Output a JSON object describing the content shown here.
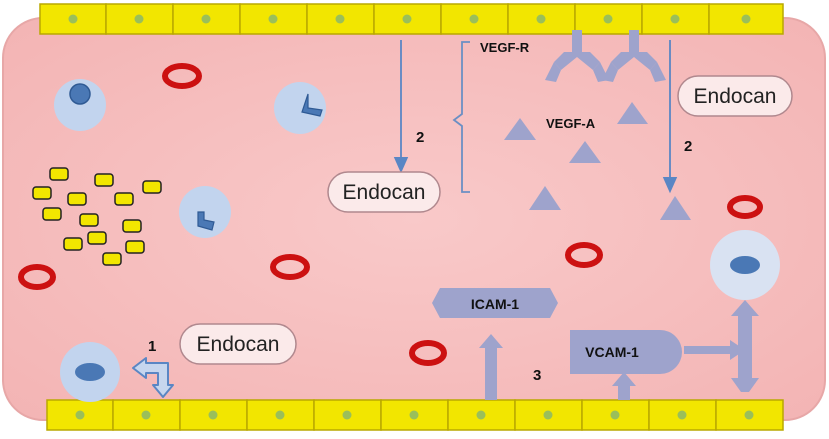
{
  "labels": {
    "endocan_left": "Endocan",
    "endocan_mid": "Endocan",
    "endocan_right": "Endocan",
    "vegf_r": "VEGF-R",
    "vegf_a": "VEGF-A",
    "icam": "ICAM-1",
    "vcam": "VCAM-1",
    "step1": "1",
    "step2_left": "2",
    "step2_right": "2",
    "step3": "3"
  },
  "colors": {
    "vessel_fill": "#f6c4c4",
    "endothelial_cell": "#f2e600",
    "nucleus": "#9abf5a",
    "rbc": "#cc1111",
    "leukocyte": "#c2d4ee",
    "leukocyte_nucleus": "#4a78b5",
    "arrow": "#6b8fc4",
    "vegf": "#9ea3cc",
    "platelet": "#f2e600"
  }
}
